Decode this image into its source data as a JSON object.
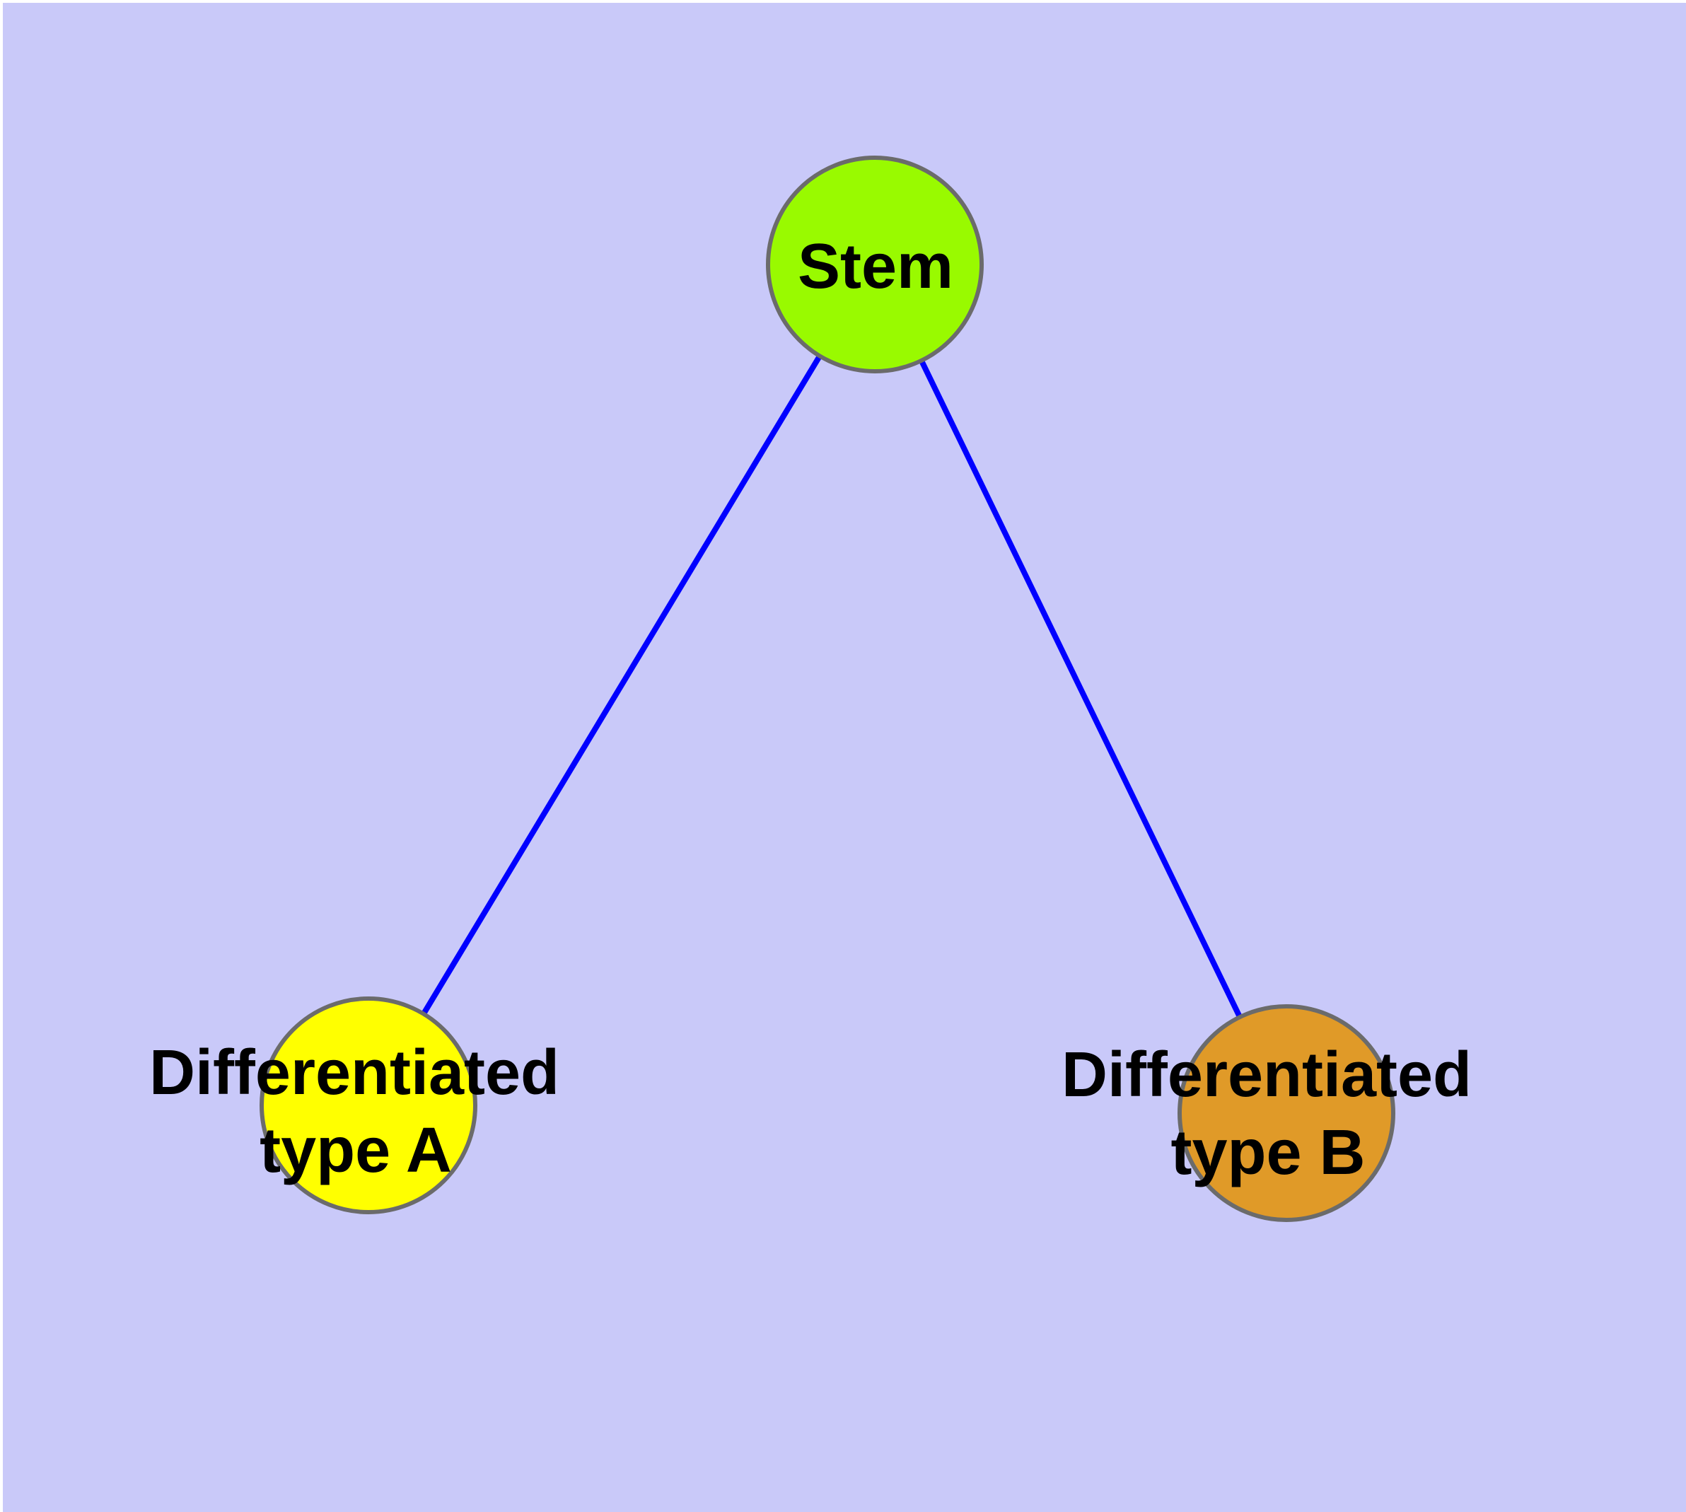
{
  "diagram": {
    "background_color": "#c9c9f9",
    "margin_color": "#ffffff",
    "edge_color": "#0000ff",
    "node_border_color": "#6b6b6b",
    "text_color": "#000000",
    "nodes": [
      {
        "id": "stem",
        "fill": "#99fa00",
        "label_lines": [
          "Stem"
        ]
      },
      {
        "id": "differentiated-type-a",
        "fill": "#ffff00",
        "label_lines": [
          "Differentiated",
          "type A"
        ]
      },
      {
        "id": "differentiated-type-b",
        "fill": "#e09a28",
        "label_lines": [
          "Differentiated",
          "type B"
        ]
      }
    ],
    "edges": [
      {
        "from": "stem",
        "to": "differentiated-type-a"
      },
      {
        "from": "stem",
        "to": "differentiated-type-b"
      }
    ]
  }
}
